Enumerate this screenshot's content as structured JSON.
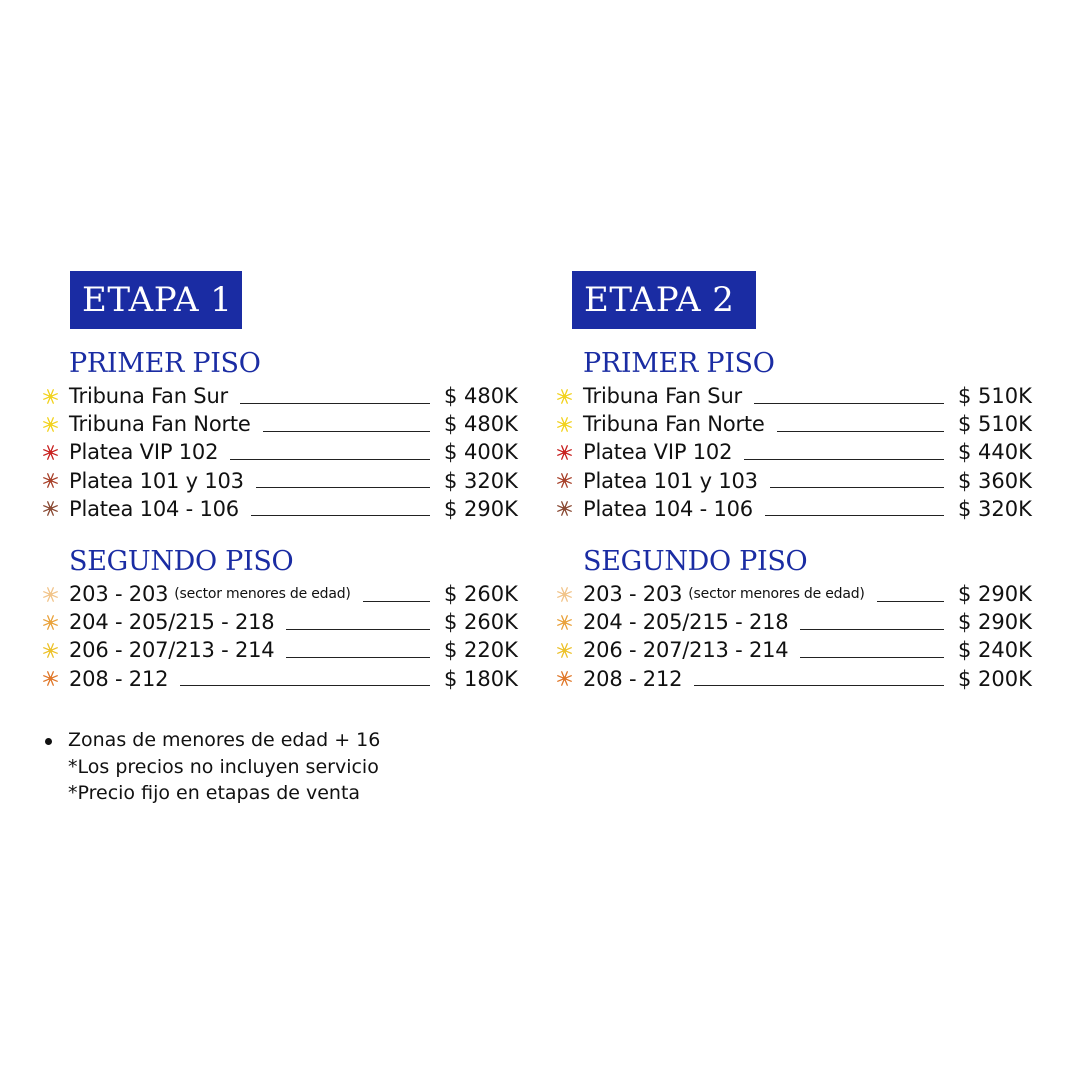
{
  "stages": [
    {
      "title": "ETAPA 1",
      "sections": [
        {
          "title": "PRIMER PISO",
          "rows": [
            {
              "label": "Tribuna Fan Sur",
              "note": "",
              "price": "$ 480K",
              "star_color": "#f2d21d"
            },
            {
              "label": "Tribuna Fan Norte",
              "note": "",
              "price": "$ 480K",
              "star_color": "#f2d21d"
            },
            {
              "label": "Platea VIP 102",
              "note": "",
              "price": "$ 400K",
              "star_color": "#c8211f"
            },
            {
              "label": "Platea 101 y 103",
              "note": "",
              "price": "$ 320K",
              "star_color": "#a8412a"
            },
            {
              "label": "Platea 104 - 106",
              "note": "",
              "price": "$ 290K",
              "star_color": "#8a4a34"
            }
          ]
        },
        {
          "title": "SEGUNDO PISO",
          "rows": [
            {
              "label": "203 - 203",
              "note": "(sector menores de edad)",
              "price": "$ 260K",
              "star_color": "#f1c48a"
            },
            {
              "label": "204 - 205/215 - 218",
              "note": "",
              "price": "$ 260K",
              "star_color": "#e9a23b"
            },
            {
              "label": "206 - 207/213 - 214",
              "note": "",
              "price": "$ 220K",
              "star_color": "#ecc12a"
            },
            {
              "label": "208 - 212",
              "note": "",
              "price": "$ 180K",
              "star_color": "#e0782a"
            }
          ]
        }
      ]
    },
    {
      "title": "ETAPA 2",
      "sections": [
        {
          "title": "PRIMER PISO",
          "rows": [
            {
              "label": "Tribuna Fan Sur",
              "note": "",
              "price": "$ 510K",
              "star_color": "#f2d21d"
            },
            {
              "label": "Tribuna Fan Norte",
              "note": "",
              "price": "$ 510K",
              "star_color": "#f2d21d"
            },
            {
              "label": "Platea VIP 102",
              "note": "",
              "price": "$ 440K",
              "star_color": "#c8211f"
            },
            {
              "label": "Platea 101 y 103",
              "note": "",
              "price": "$ 360K",
              "star_color": "#a8412a"
            },
            {
              "label": "Platea 104 - 106",
              "note": "",
              "price": "$ 320K",
              "star_color": "#8a4a34"
            }
          ]
        },
        {
          "title": "SEGUNDO PISO",
          "rows": [
            {
              "label": "203 - 203",
              "note": "(sector menores de edad)",
              "price": "$ 290K",
              "star_color": "#f1c48a"
            },
            {
              "label": "204 - 205/215 - 218",
              "note": "",
              "price": "$ 290K",
              "star_color": "#e9a23b"
            },
            {
              "label": "206 - 207/213 - 214",
              "note": "",
              "price": "$ 240K",
              "star_color": "#ecc12a"
            },
            {
              "label": "208 - 212",
              "note": "",
              "price": "$ 200K",
              "star_color": "#e0782a"
            }
          ]
        }
      ]
    }
  ],
  "footnotes": {
    "bullet": "Zonas de menores de edad + 16",
    "lines": [
      "*Los precios no incluyen servicio",
      "*Precio fijo en etapas de venta"
    ]
  },
  "colors": {
    "header_bg": "#1a2ca3",
    "section_title": "#1a2ca3"
  },
  "icons": {
    "row_marker": "star-burst-icon"
  }
}
